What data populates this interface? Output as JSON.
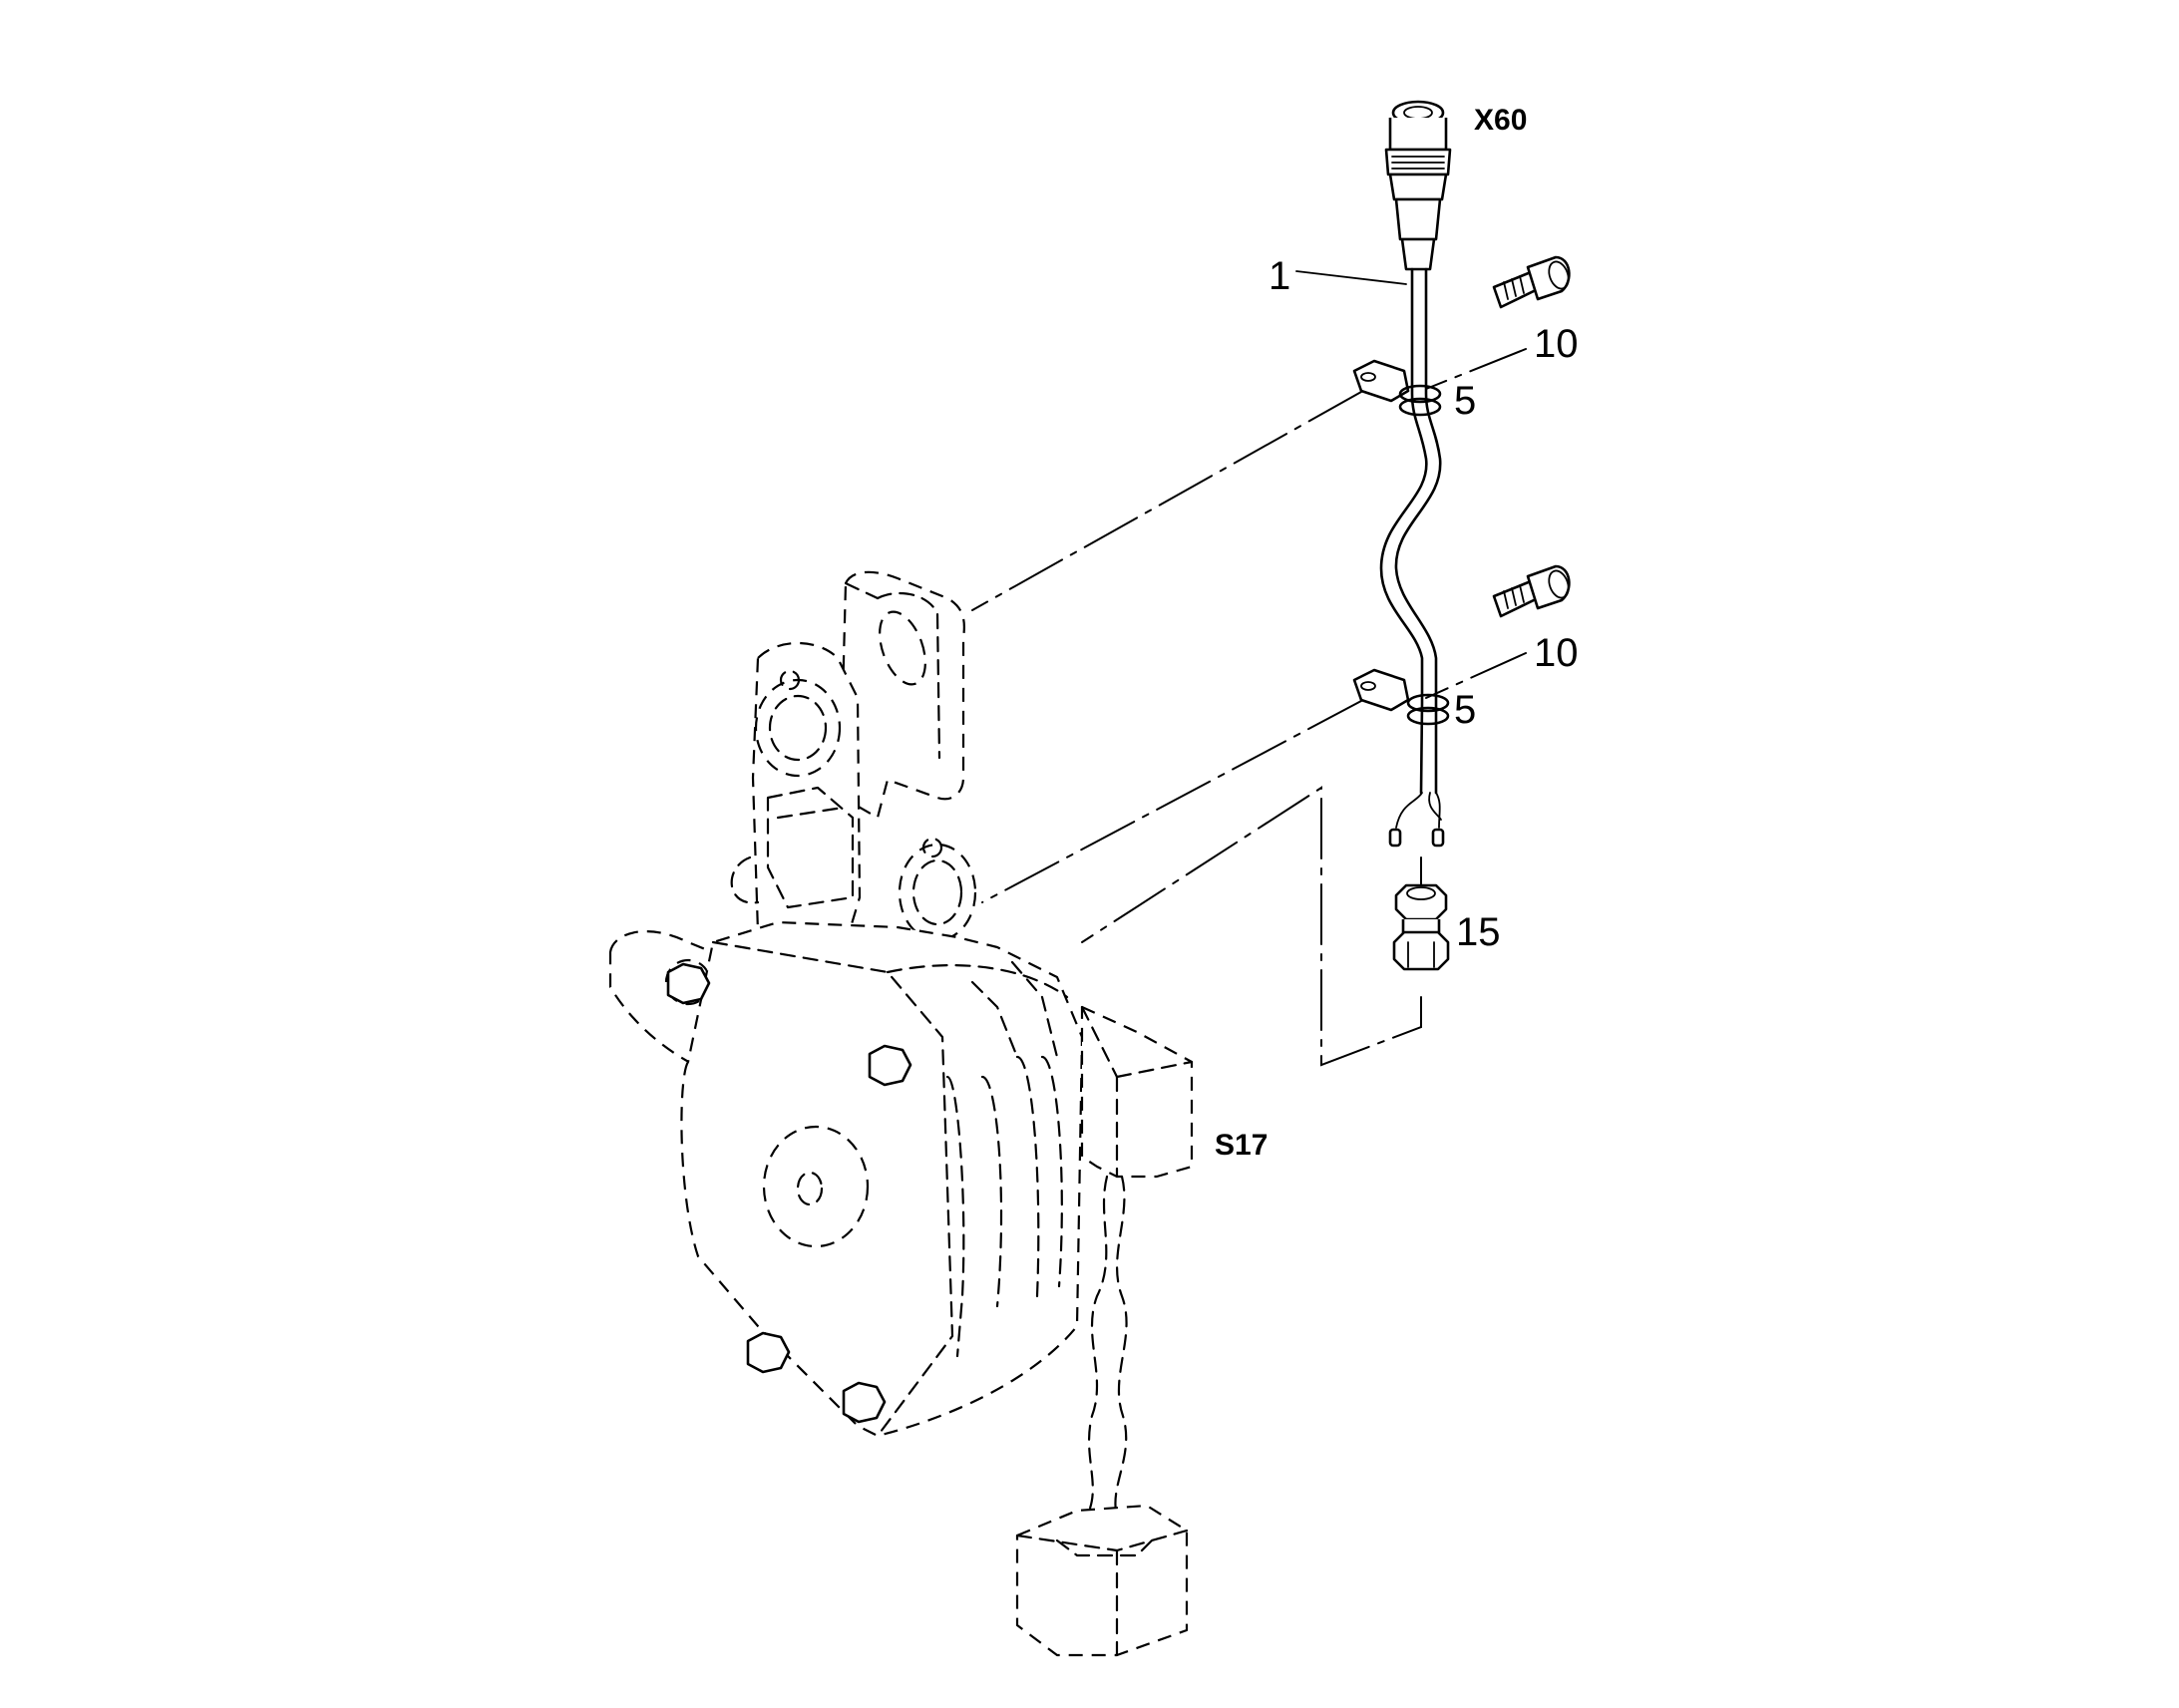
{
  "diagram": {
    "callouts": {
      "cable": "1",
      "screw_upper": "10",
      "clamp_upper": "5",
      "screw_lower": "10",
      "clamp_lower": "5",
      "nut": "15"
    },
    "references": {
      "connector": "X60",
      "switch": "S17"
    }
  }
}
